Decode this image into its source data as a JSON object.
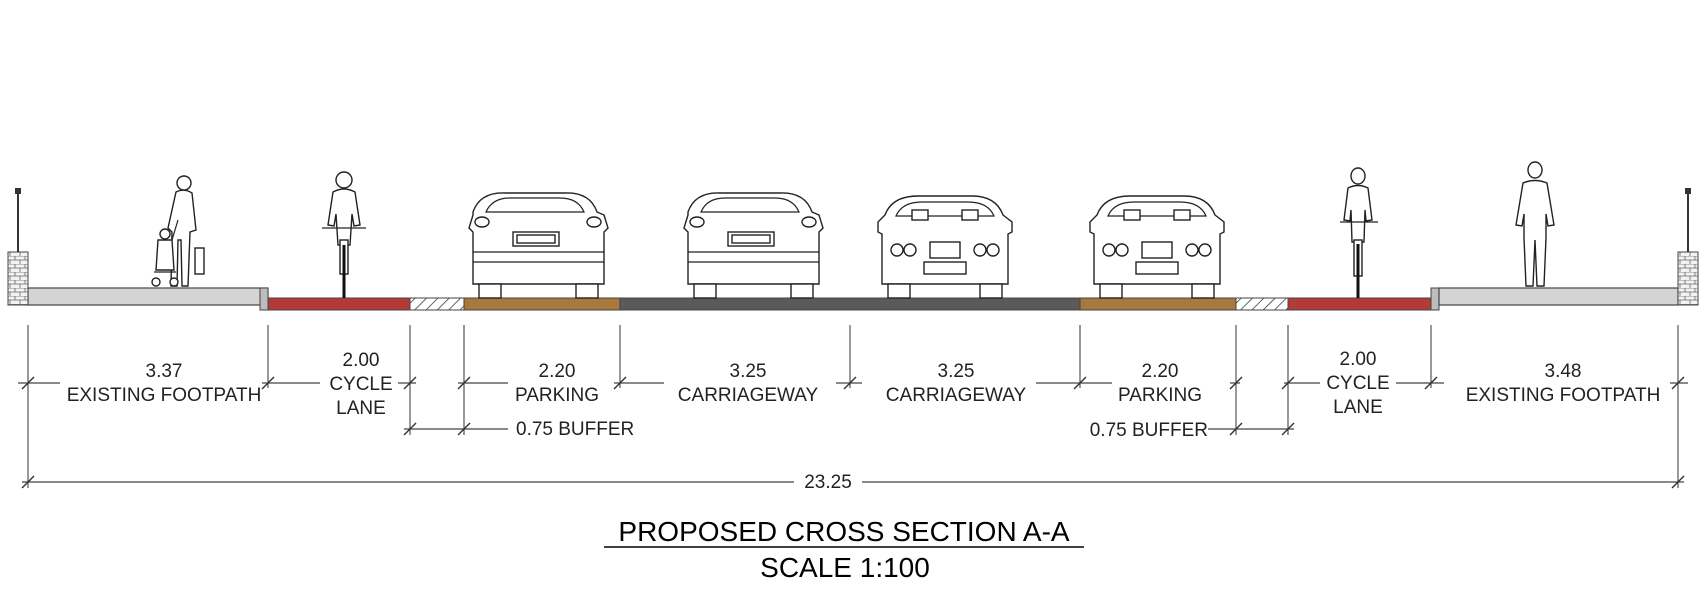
{
  "title": "PROPOSED CROSS SECTION A-A",
  "scale": "SCALE 1:100",
  "colors": {
    "footpath": "#d4d4d4",
    "cycle_lane": "#b23a3a",
    "buffer": "#ffffff",
    "parking": "#a8793e",
    "carriageway": "#5a5a5a",
    "wall": "#e9e9e9"
  },
  "segments": [
    {
      "id": "footpath-left",
      "width": "3.37",
      "line1": "",
      "line2": "EXISTING FOOTPATH"
    },
    {
      "id": "cycle-lane-left",
      "width": "2.00",
      "line1": "CYCLE",
      "line2": "LANE"
    },
    {
      "id": "buffer-left",
      "width": "0.75 BUFFER"
    },
    {
      "id": "parking-left",
      "width": "2.20",
      "line1": "PARKING"
    },
    {
      "id": "carriageway-left",
      "width": "3.25",
      "line1": "CARRIAGEWAY"
    },
    {
      "id": "carriageway-right",
      "width": "3.25",
      "line1": "CARRIAGEWAY"
    },
    {
      "id": "parking-right",
      "width": "2.20",
      "line1": "PARKING"
    },
    {
      "id": "buffer-right",
      "width": "0.75 BUFFER"
    },
    {
      "id": "cycle-lane-right",
      "width": "2.00",
      "line1": "CYCLE",
      "line2": "LANE"
    },
    {
      "id": "footpath-right",
      "width": "3.48",
      "line1": "",
      "line2": "EXISTING FOOTPATH"
    }
  ],
  "total_width": "23.25"
}
